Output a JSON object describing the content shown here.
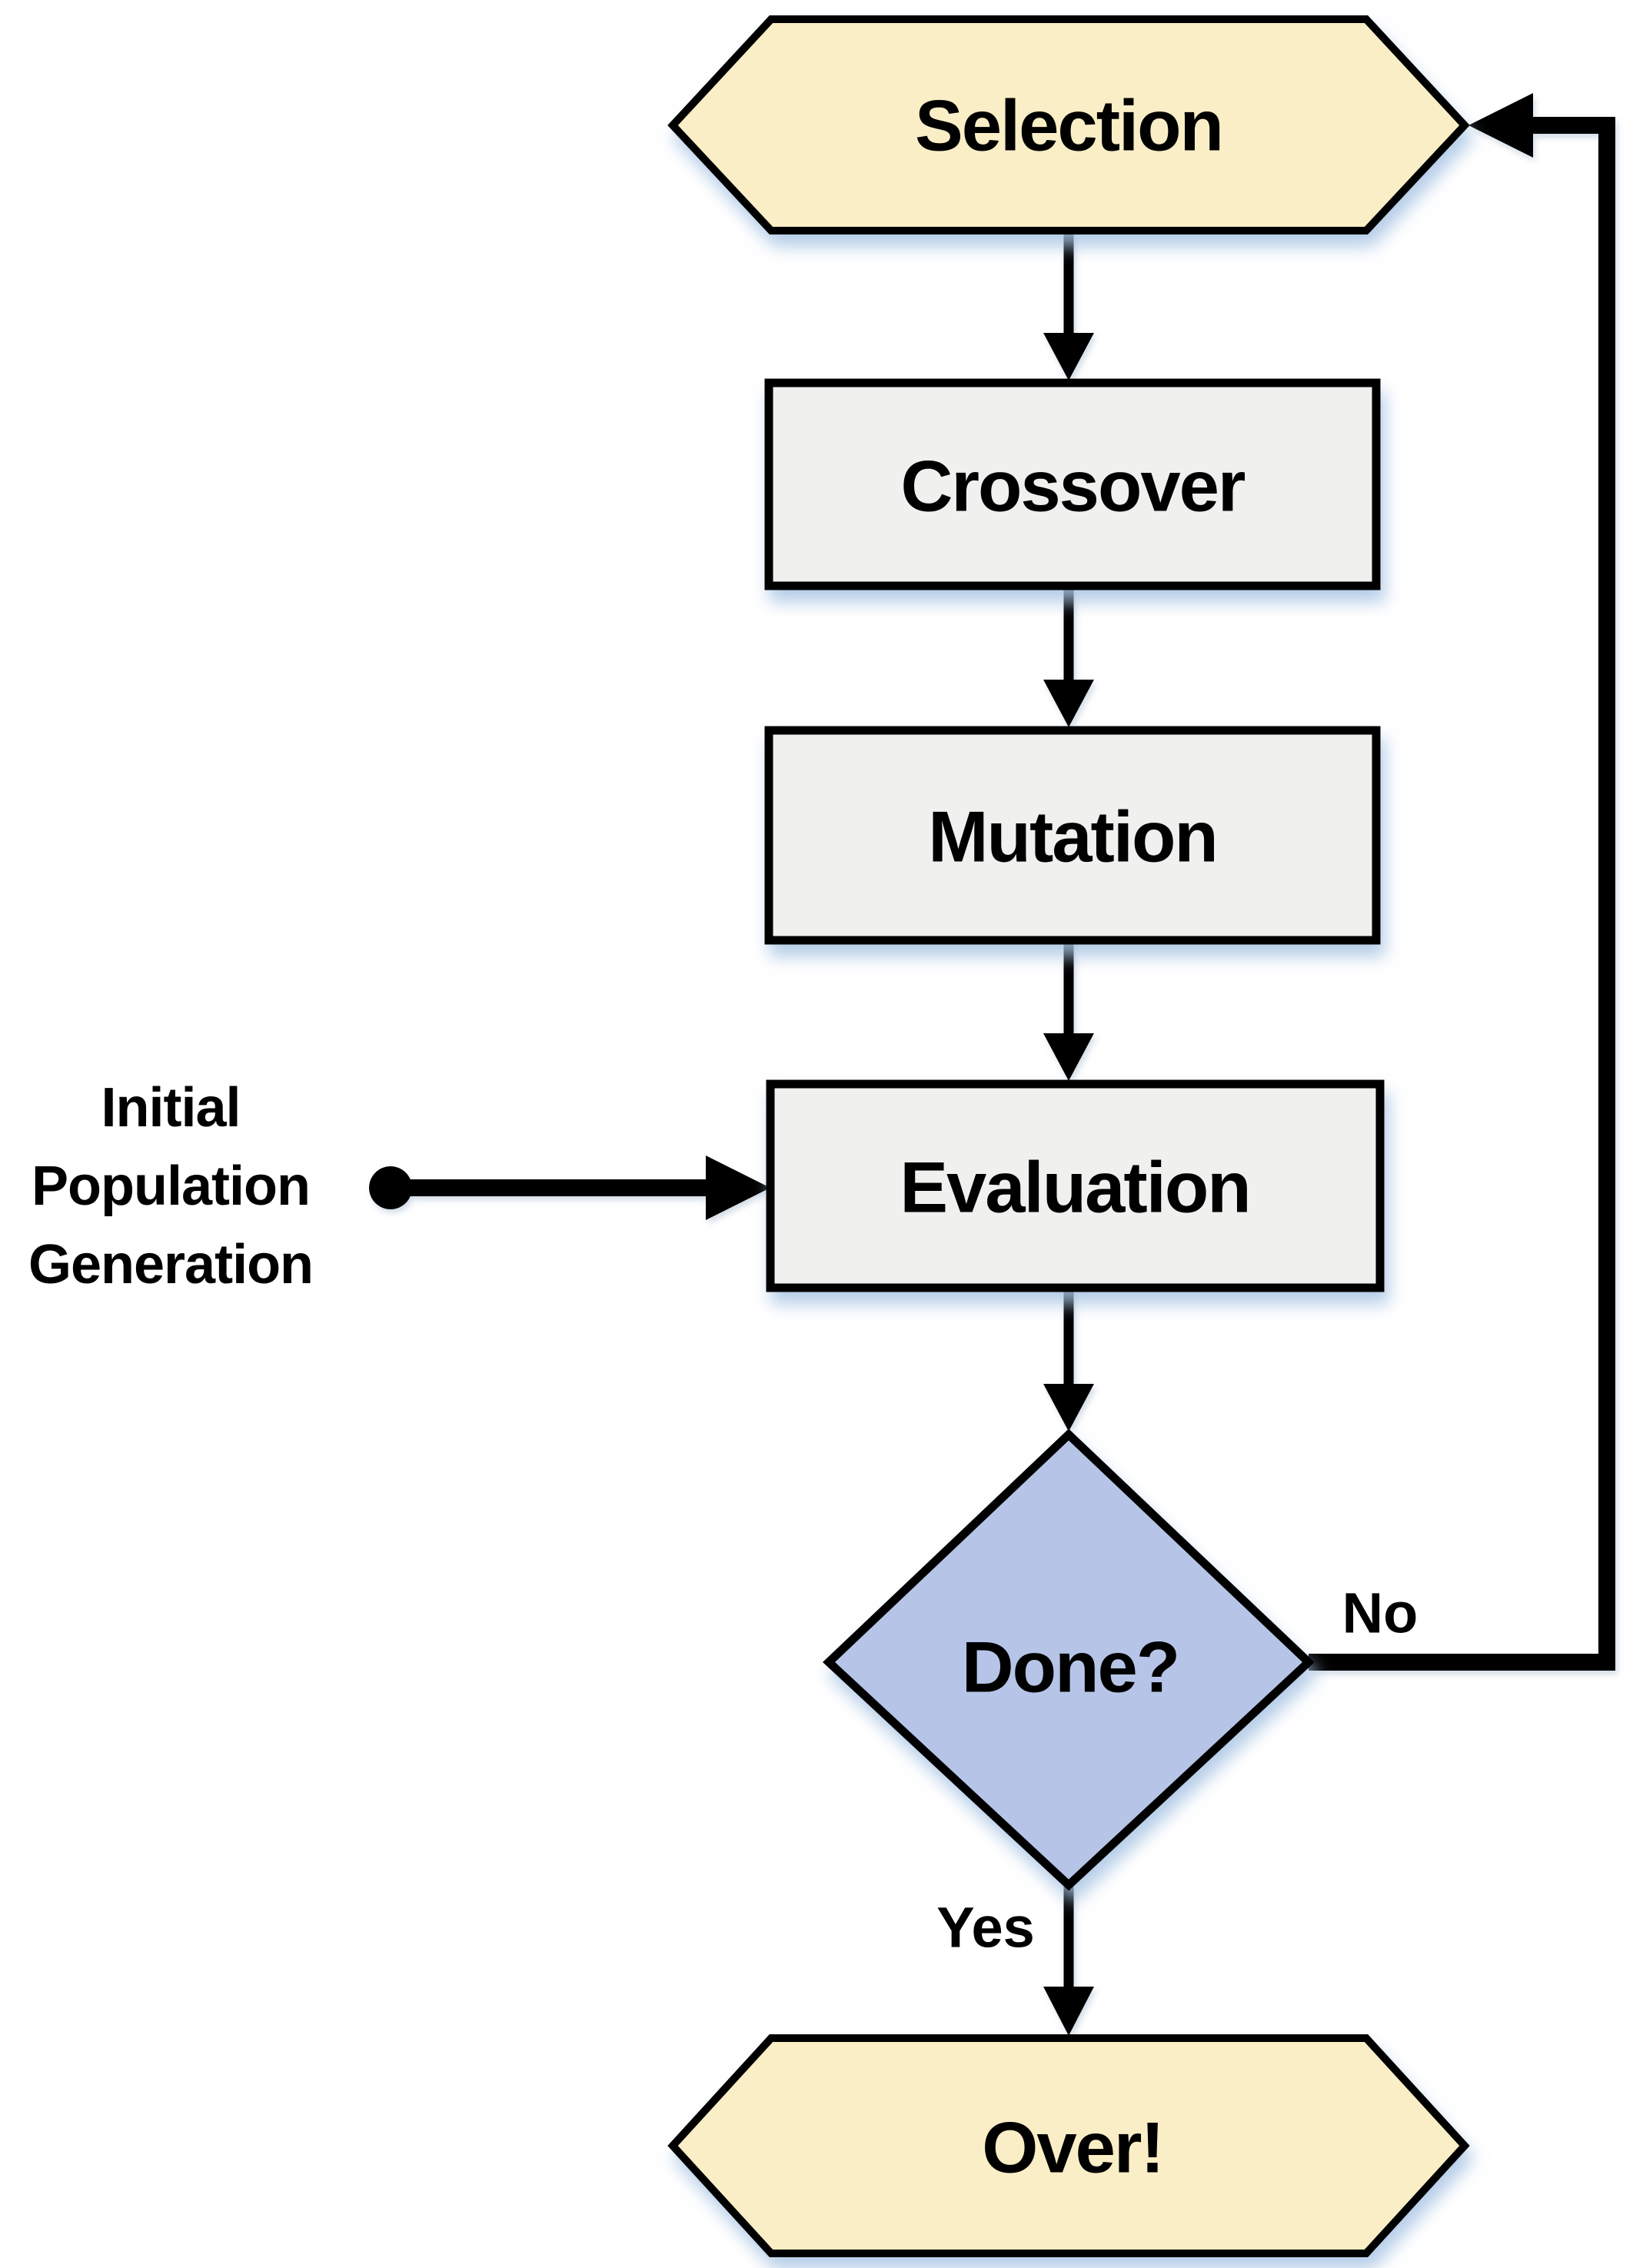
{
  "diagram": {
    "type": "flowchart",
    "nodes": [
      {
        "id": "selection",
        "label": "Selection",
        "shape": "hexagon"
      },
      {
        "id": "crossover",
        "label": "Crossover",
        "shape": "rect"
      },
      {
        "id": "mutation",
        "label": "Mutation",
        "shape": "rect"
      },
      {
        "id": "evaluation",
        "label": "Evaluation",
        "shape": "rect"
      },
      {
        "id": "done",
        "label": "Done?",
        "shape": "diamond"
      },
      {
        "id": "over",
        "label": "Over!",
        "shape": "hexagon"
      }
    ],
    "side_label": {
      "lines": [
        "Initial",
        "Population",
        "Generation"
      ]
    },
    "edge_labels": {
      "no": "No",
      "yes": "Yes"
    },
    "edges": [
      {
        "from": "selection",
        "to": "crossover",
        "label": ""
      },
      {
        "from": "crossover",
        "to": "mutation",
        "label": ""
      },
      {
        "from": "mutation",
        "to": "evaluation",
        "label": ""
      },
      {
        "from": "evaluation",
        "to": "done",
        "label": ""
      },
      {
        "from": "done",
        "to": "over",
        "label": "Yes"
      },
      {
        "from": "done",
        "to": "selection",
        "label": "No"
      },
      {
        "from": "initial-population-generation",
        "to": "evaluation",
        "label": ""
      }
    ],
    "colors": {
      "hexagon_fill": "#FAEEC6",
      "rect_fill": "#F0F0EE",
      "diamond_fill": "#B6C5E7",
      "stroke": "#000000",
      "text": "#000000",
      "shadow": "#A8C4E4",
      "background": "#FFFFFF"
    }
  }
}
